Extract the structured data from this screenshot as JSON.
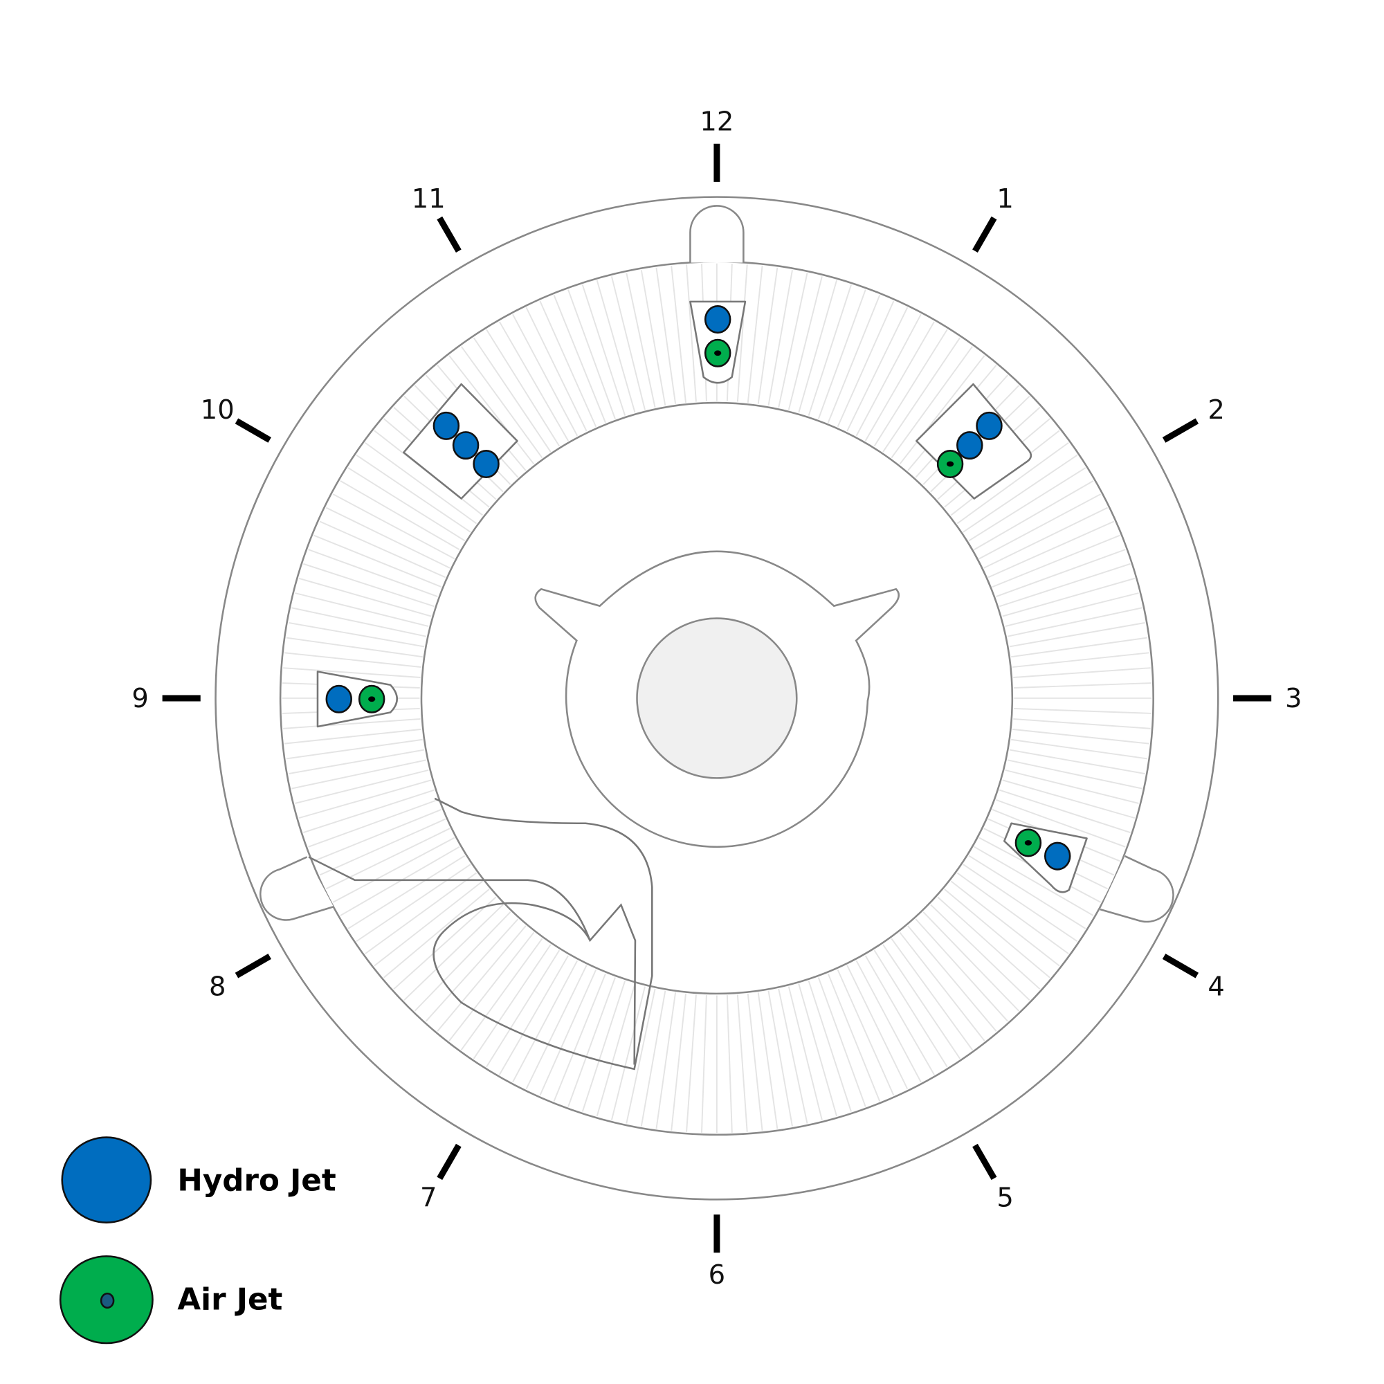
{
  "title": "Jet layout diagram",
  "clock_labels": [
    "12",
    "1",
    "2",
    "3",
    "4",
    "5",
    "6",
    "7",
    "8",
    "9",
    "10",
    "11"
  ],
  "legend": [
    {
      "label": "Hydro Jet",
      "type": "hydro"
    },
    {
      "label": "Air Jet",
      "type": "air"
    }
  ],
  "colors": {
    "hydro": "#006dbf",
    "air": "#00ad4d",
    "air_core": "#1a5a80",
    "outline": "#111111",
    "line": "#888888"
  },
  "jet_groups": [
    {
      "position": "12",
      "jets": [
        "hydro",
        "air"
      ]
    },
    {
      "position": "1-2",
      "jets": [
        "air",
        "hydro",
        "hydro"
      ]
    },
    {
      "position": "10-11",
      "jets": [
        "hydro",
        "hydro",
        "hydro"
      ]
    },
    {
      "position": "9",
      "jets": [
        "hydro",
        "air"
      ]
    },
    {
      "position": "4",
      "jets": [
        "air",
        "hydro"
      ]
    }
  ]
}
